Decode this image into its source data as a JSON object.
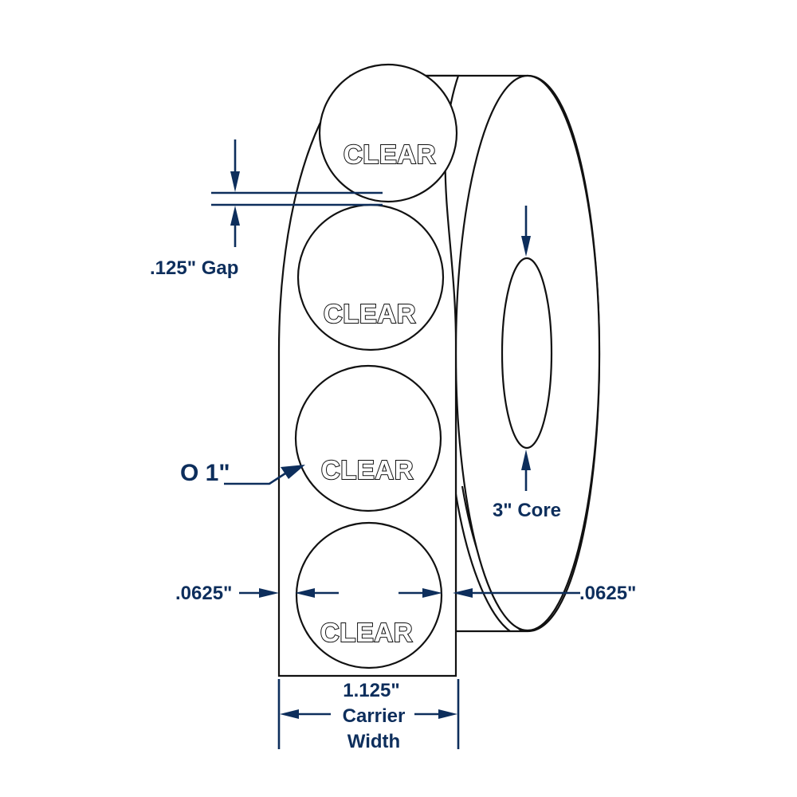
{
  "diagram": {
    "title": "Clear 1\" circle label roll specification",
    "colors": {
      "dimension": "#0d2e5c",
      "outline": "#111111",
      "background": "#ffffff"
    },
    "labels": [
      {
        "text": "CLEAR"
      },
      {
        "text": "CLEAR"
      },
      {
        "text": "CLEAR"
      },
      {
        "text": "CLEAR"
      }
    ],
    "dimensions": {
      "gap": ".125\" Gap",
      "diameter": "O 1\"",
      "left_margin": ".0625\"",
      "right_margin": ".0625\"",
      "core": "3\" Core",
      "carrier_width_value": "1.125\"",
      "carrier_width_line1": "Carrier",
      "carrier_width_line2": "Width"
    }
  }
}
